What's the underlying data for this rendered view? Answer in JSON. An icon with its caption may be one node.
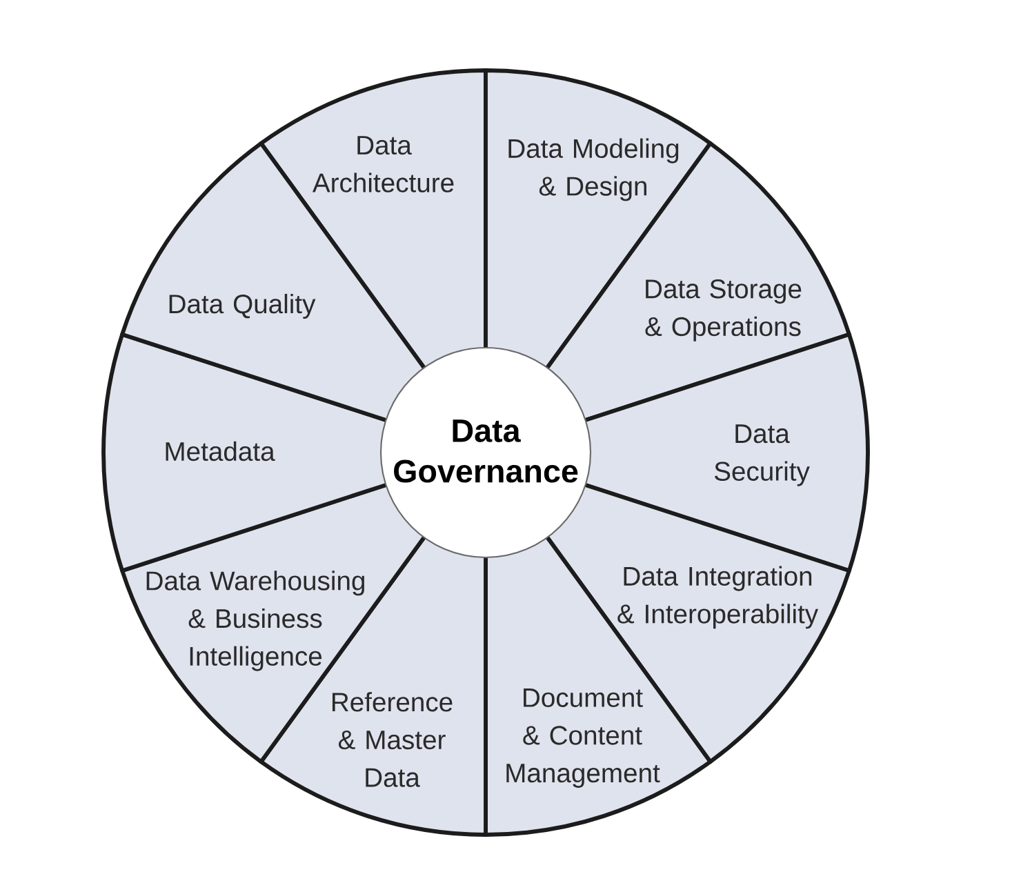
{
  "diagram": {
    "nodes": [
      {
        "text": [
          "Data Governance"
        ]
      },
      {
        "text": [
          "Data Architecture"
        ]
      },
      {
        "text": [
          "Data Modeling & Design"
        ]
      },
      {
        "text": [
          "Data Storage & Operations"
        ]
      },
      {
        "text": [
          "Data Security"
        ]
      },
      {
        "text": [
          "Data Integration & Interoperability"
        ]
      },
      {
        "text": [
          "Document & Content Management"
        ]
      },
      {
        "text": [
          "Reference & Master Data"
        ]
      },
      {
        "text": [
          "Data Warehousing & Business Intelligence"
        ]
      },
      {
        "text": [
          "Metadata"
        ]
      },
      {
        "text": [
          "Data Quality"
        ]
      }
    ]
  }
}
